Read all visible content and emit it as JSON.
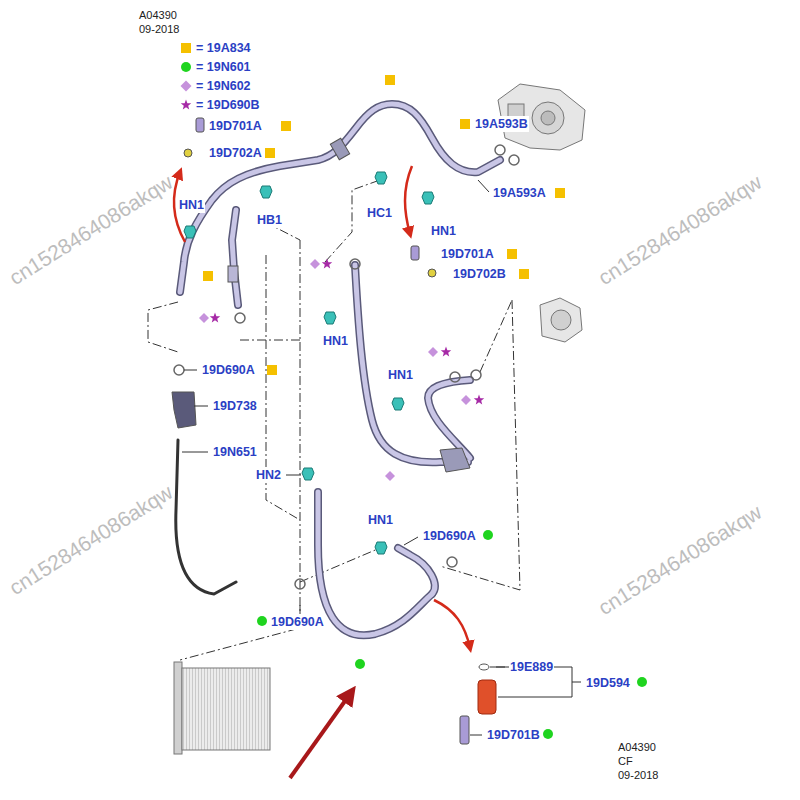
{
  "diagram": {
    "labels": [
      "A04390",
      "09-2018",
      "19D701A",
      "19D702A",
      "HN1",
      "HB1",
      "HC1",
      "19A593B",
      "19A593A",
      "HN1",
      "19D701A",
      "19D702B",
      "HN1",
      "HN1",
      "19D690A",
      "19D738",
      "19N651",
      "HN2",
      "HN1",
      "19D690A",
      "19D690A",
      "19E889",
      "19D594",
      "19D701B",
      "A04390",
      "CF",
      "09-2018",
      "cn1528464086akqw",
      "cn1528464086akqw",
      "cn1528464086akqw",
      "cn1528464086akqw"
    ],
    "legend": [
      {
        "text": "= 19A834",
        "color": "#f5c000"
      },
      {
        "text": "= 19N601",
        "color": "#1fd41f"
      },
      {
        "text": "= 19N602",
        "color": "#c692dc"
      },
      {
        "text": "= 19D690B",
        "color": "#a62aa6"
      }
    ]
  }
}
